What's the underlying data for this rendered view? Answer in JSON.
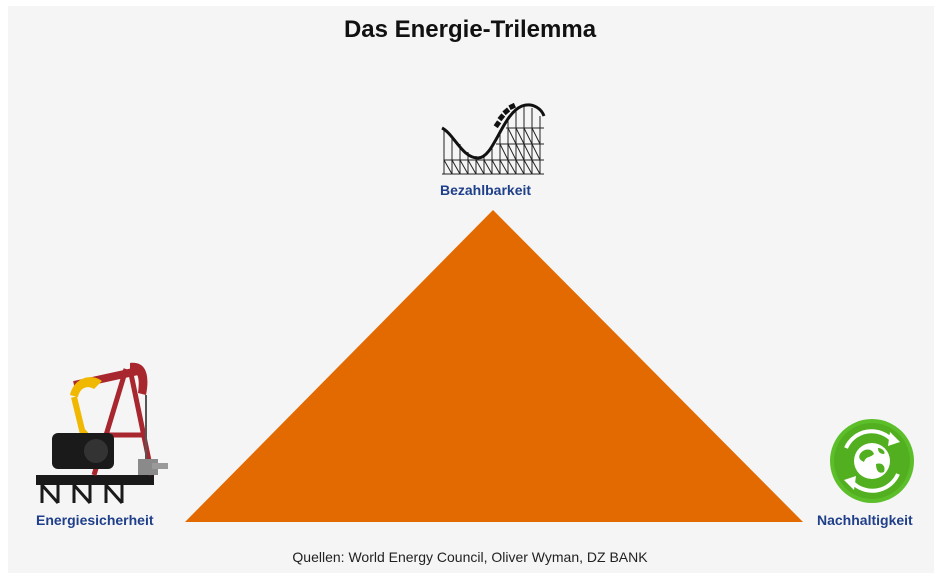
{
  "title": "Das Energie-Trilemma",
  "colors": {
    "triangle": "#e26a00",
    "label": "#1f3f8a",
    "background": "#f5f5f5"
  },
  "vertices": {
    "top": {
      "label": "Bezahlbarkeit",
      "icon": "roller-coaster-icon"
    },
    "left": {
      "label": "Energiesicherheit",
      "icon": "oil-pumpjack-icon"
    },
    "right": {
      "label": "Nachhaltigkeit",
      "icon": "green-globe-icon"
    }
  },
  "source": "Quellen: World Energy Council, Oliver Wyman, DZ BANK"
}
